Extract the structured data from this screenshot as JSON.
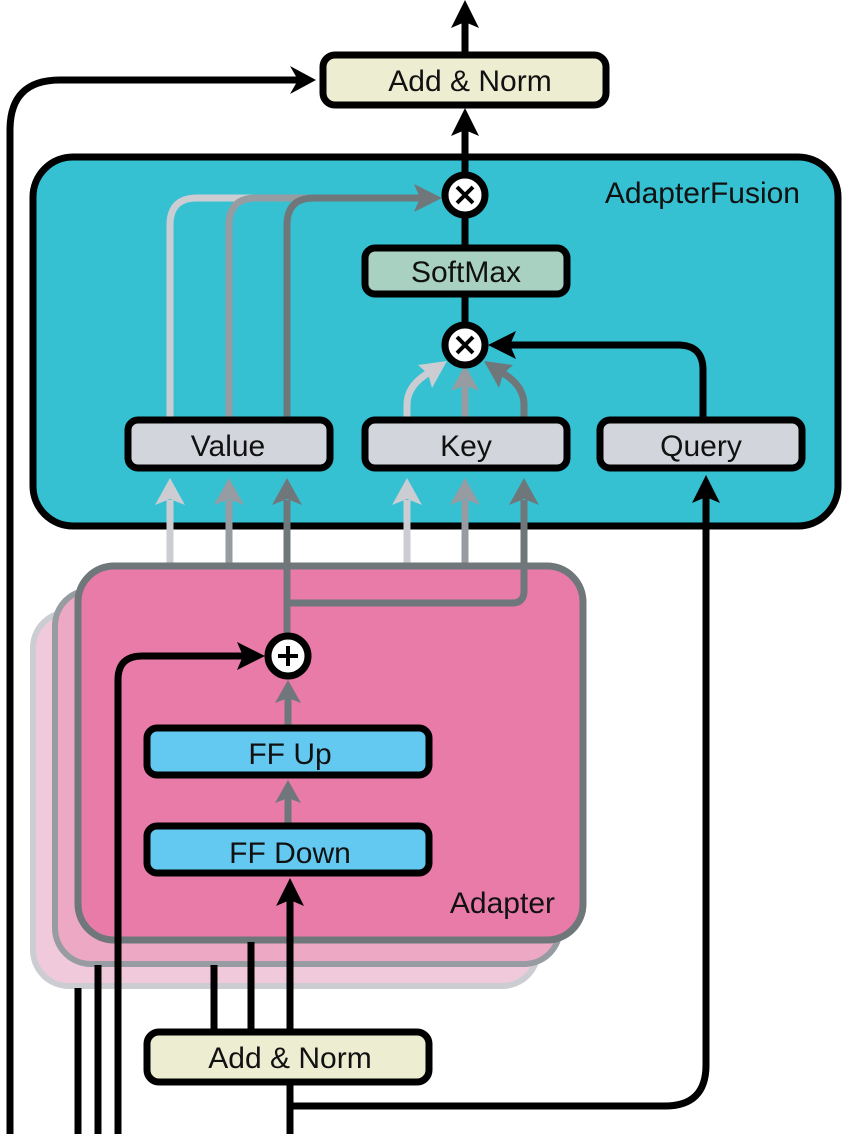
{
  "colors": {
    "fusion_bg": "#35C1D2",
    "adapter_bg": "#E97BA8",
    "adapter_bg_2": "#EDA8C4",
    "adapter_bg_3": "#F0C9DA",
    "addnorm_fill": "#EDEDD2",
    "softmax_fill": "#A9D1C2",
    "qkv_fill": "#D2D6DC",
    "ff_fill": "#64C9F1",
    "arrow_light": "#CBCDD2",
    "arrow_mid": "#969CA1",
    "arrow_dark": "#6F777A",
    "black": "#000000"
  },
  "diagram": {
    "top_add_norm": "Add & Norm",
    "bottom_add_norm": "Add & Norm",
    "fusion": {
      "title": "AdapterFusion",
      "softmax": "SoftMax",
      "value": "Value",
      "key": "Key",
      "query": "Query",
      "multiply_symbol": "×"
    },
    "adapter": {
      "title": "Adapter",
      "ff_up": "FF Up",
      "ff_down": "FF Down",
      "add_symbol": "+"
    }
  }
}
